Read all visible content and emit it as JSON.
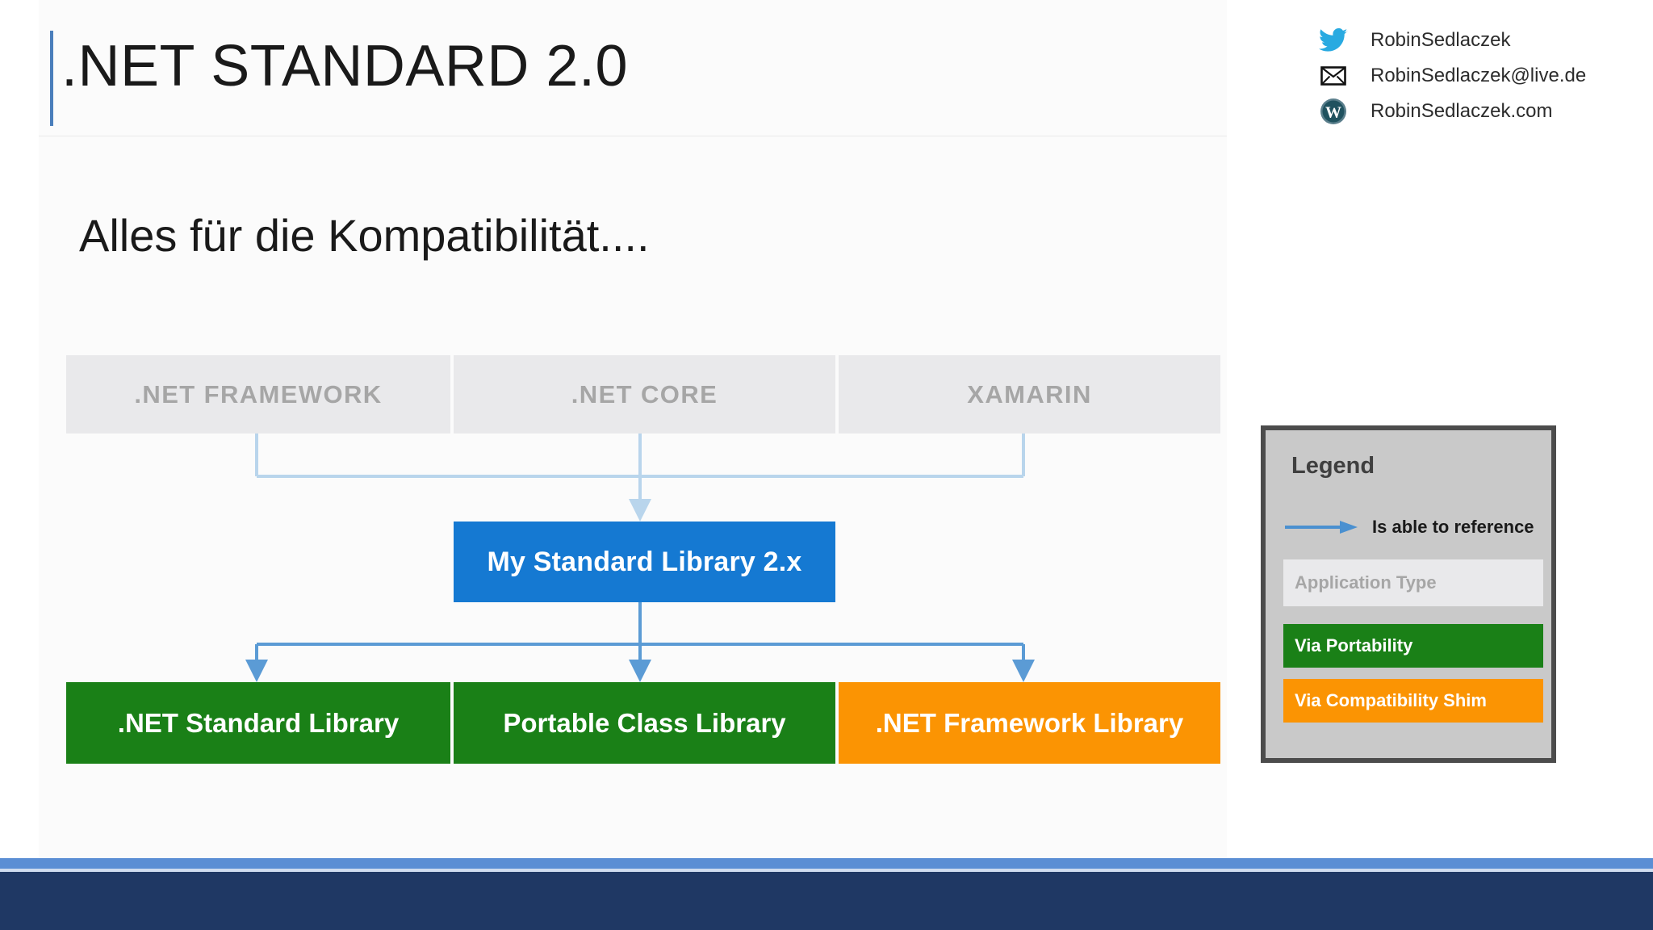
{
  "slide": {
    "title": ".NET STANDARD 2.0",
    "subtitle": "Alles für die Kompatibilität....",
    "accent_color": "#4a7ebb",
    "footer_band_color": "#5b8ed4",
    "footer_main_color": "#1f3864"
  },
  "contact": {
    "items": [
      {
        "icon": "twitter-icon",
        "label": "RobinSedlaczek"
      },
      {
        "icon": "envelope-icon",
        "label": "RobinSedlaczek@live.de"
      },
      {
        "icon": "wordpress-icon",
        "label": "RobinSedlaczek.com"
      }
    ]
  },
  "diagram": {
    "application_types": [
      {
        "label": ".NET FRAMEWORK"
      },
      {
        "label": ".NET CORE"
      },
      {
        "label": "XAMARIN"
      }
    ],
    "standard_library": {
      "label": "My Standard Library 2.x",
      "color": "#1579d2"
    },
    "outputs": [
      {
        "label": ".NET Standard Library",
        "color": "#1a8017"
      },
      {
        "label": "Portable Class Library",
        "color": "#1a8017"
      },
      {
        "label": ".NET Framework Library",
        "color": "#fb9403"
      }
    ],
    "arrow_color_top": "#b9d5ec",
    "arrow_color_bottom": "#5b9bd5"
  },
  "legend": {
    "title": "Legend",
    "reference_label": "Is able to reference",
    "swatches": [
      {
        "label": "Application Type",
        "color": "#e9e9eb",
        "text_color": "#a6a6a6"
      },
      {
        "label": "Via Portability",
        "color": "#1a8017",
        "text_color": "#ffffff"
      },
      {
        "label": "Via Compatibility Shim",
        "color": "#fb9403",
        "text_color": "#ffffff"
      }
    ]
  }
}
